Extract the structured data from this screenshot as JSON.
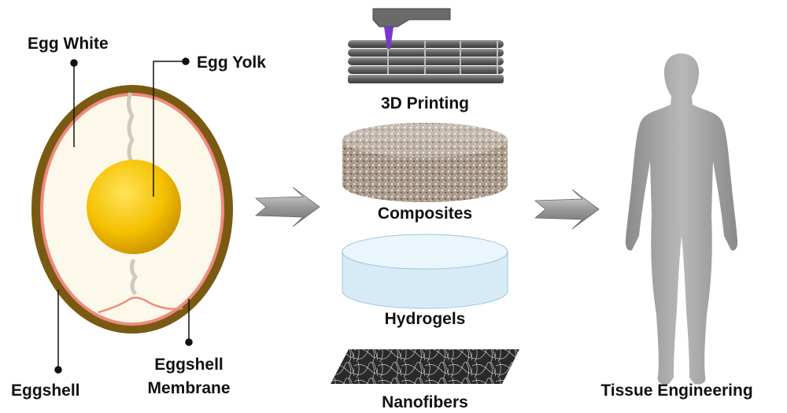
{
  "egg": {
    "labels": {
      "egg_white": "Egg White",
      "egg_yolk": "Egg Yolk",
      "eggshell": "Eggshell",
      "membrane_line1": "Eggshell",
      "membrane_line2": "Membrane"
    },
    "colors": {
      "shell": "#7a5a12",
      "membrane": "#f08a7e",
      "white": "#fdf9ea",
      "yolk": "#f2b705"
    }
  },
  "fabrication": {
    "items": [
      {
        "label": "3D Printing"
      },
      {
        "label": "Composites"
      },
      {
        "label": "Hydrogels"
      },
      {
        "label": "Nanofibers"
      }
    ]
  },
  "outcome": {
    "label": "Tissue Engineering"
  }
}
